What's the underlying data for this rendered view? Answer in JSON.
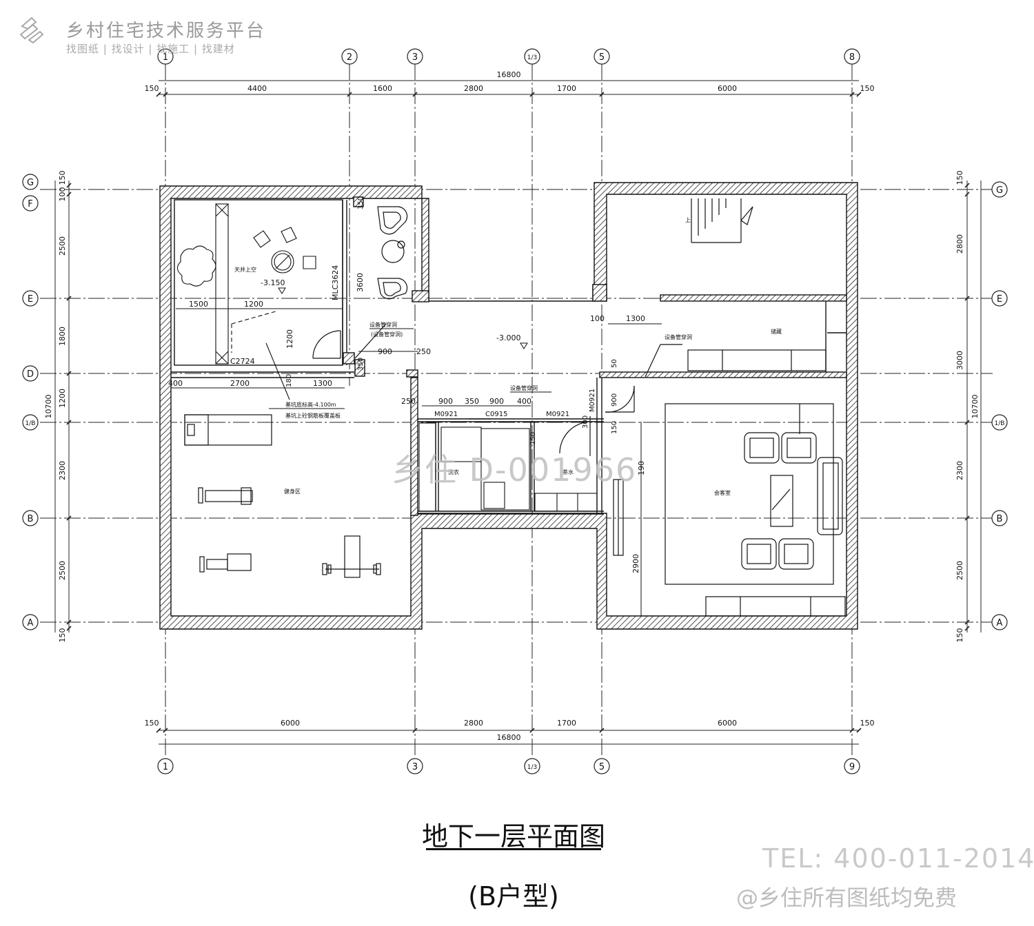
{
  "header": {
    "brand_title": "乡村住宅技术服务平台",
    "brand_sub": "找图纸 | 找设计 | 找施工 | 找建材"
  },
  "axes": {
    "top": [
      "1",
      "2",
      "3",
      "1/3",
      "5",
      "8"
    ],
    "bottom": [
      "1",
      "3",
      "1/3",
      "5",
      "9"
    ],
    "left": [
      "G",
      "F",
      "E",
      "D",
      "1/B",
      "B",
      "A"
    ],
    "right": [
      "G",
      "E",
      "1/B",
      "B",
      "A"
    ]
  },
  "dimensions": {
    "top_total": "16800",
    "top_segments": [
      "150",
      "4400",
      "1600",
      "2800",
      "1700",
      "6000",
      "150"
    ],
    "bottom_total": "16800",
    "bottom_segments": [
      "150",
      "6000",
      "2800",
      "1700",
      "6000",
      "150"
    ],
    "left_total": "10700",
    "left_segments": [
      "150",
      "100",
      "2500",
      "1800",
      "1200",
      "2300",
      "2500",
      "150"
    ],
    "right_total": "10700",
    "right_segments": [
      "150",
      "2800",
      "3000",
      "2300",
      "2500",
      "150"
    ]
  },
  "labels": {
    "level_upper": "-3.150",
    "level_main": "-3.000",
    "window_upper": "MLC3624",
    "dim_3600": "3600",
    "dim_1500": "1500",
    "dim_1200": "1200",
    "dim_1200v": "1200",
    "c2724": "C2724",
    "d_row": [
      "400",
      "2700",
      "180",
      "1300"
    ],
    "dim_350": "350",
    "dim_900": "900",
    "dim_250a": "250",
    "dim_250b": "250",
    "dim_350b": "350",
    "door_row": [
      "900",
      "350",
      "900",
      "400"
    ],
    "m0921a": "M0921",
    "c0915": "C0915",
    "m0921b": "M0921",
    "m0921v": "M0921",
    "dim_100": "100",
    "dim_1300": "1300",
    "dim_50": "50",
    "dim_900v": "900",
    "dim_150": "150",
    "dim_190": "190",
    "dim_2900": "2900",
    "note_a": "设备管穿洞",
    "note_b": "(设备管穿洞)",
    "note_c": "设备管穿洞",
    "note_d": "设备管穿洞",
    "note_e": "基坑底标高-4.100m",
    "note_f": "基坑上砼钢筋板覆盖板",
    "room_light": "天井上空",
    "room_gym": "健身区",
    "room_laundry": "洗衣",
    "room_storage": "储藏",
    "room_tea": "茶水",
    "room_lounge": "会客室",
    "up_mark": "上",
    "dim_150b": "150",
    "dim_300": "300"
  },
  "caption": {
    "title": "地下一层平面图",
    "subtitle": "(B户型)"
  },
  "footer": {
    "tel": "TEL: 400-011-2014",
    "free": "@乡住所有图纸均免费"
  },
  "watermark": "乡住  D-001966"
}
